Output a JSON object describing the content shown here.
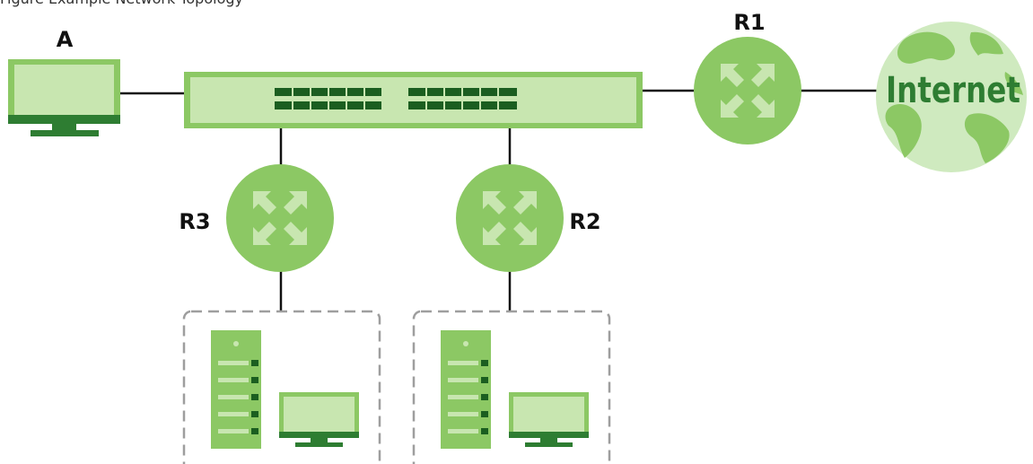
{
  "figure_caption": "Figure  Example Network Topology",
  "nodes": {
    "host_a": {
      "label": "A",
      "icon": "monitor-icon"
    },
    "router_r1": {
      "label": "R1",
      "icon": "router-icon"
    },
    "router_r2": {
      "label": "R2",
      "icon": "router-icon"
    },
    "router_r3": {
      "label": "R3",
      "icon": "router-icon"
    },
    "internet": {
      "label": "Internet",
      "icon": "globe-icon"
    },
    "switch": {
      "icon": "switch-icon"
    },
    "group_left": {
      "devices": [
        "server-icon",
        "monitor-icon"
      ]
    },
    "group_right": {
      "devices": [
        "server-icon",
        "monitor-icon"
      ]
    }
  },
  "colors": {
    "light_green": "#c8e6b0",
    "mid_green": "#8cc864",
    "dark_green": "#2e7d32",
    "port_green": "#1b5e20",
    "globe_fill": "#cfeabf",
    "globe_land": "#8cc864",
    "link": "#111111",
    "dash": "#9e9e9e"
  }
}
